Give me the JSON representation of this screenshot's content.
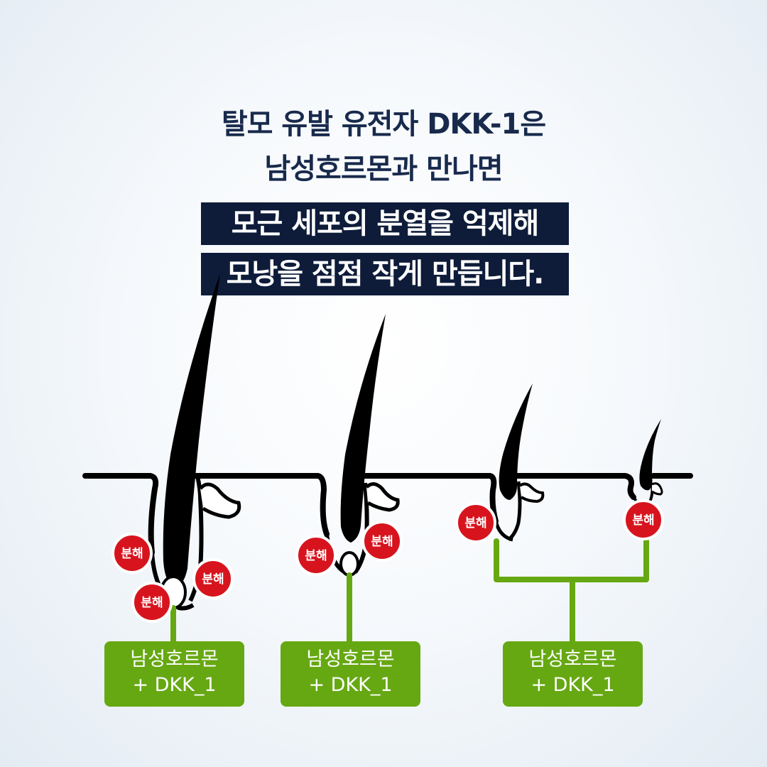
{
  "headline": {
    "line1": "탈모 유발 유전자 DKK-1은",
    "line2": "남성호르몬과 만나면",
    "line3": "모근 세포의 분열을 억제해",
    "line4": "모낭을 점점 작게 만듭니다."
  },
  "badge_label": "분해",
  "boxes": [
    {
      "line1": "남성호르몬",
      "line2": "+ DKK_1"
    },
    {
      "line1": "남성호르몬",
      "line2": "+ DKK_1"
    },
    {
      "line1": "남성호르몬",
      "line2": "+ DKK_1"
    }
  ],
  "colors": {
    "navy": "#0e1c3a",
    "title_text": "#182a4c",
    "badge_red": "#d7141e",
    "green": "#66a812",
    "hair": "#000000"
  }
}
